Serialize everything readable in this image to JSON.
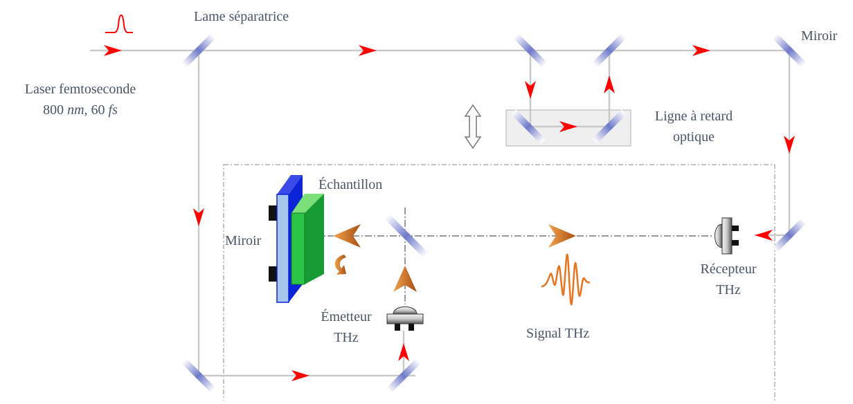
{
  "labels": {
    "beam_splitter": "Lame séparatrice",
    "mirror_top": "Miroir",
    "laser_line1": "Laser femtoseconde",
    "laser_wavelength": "800",
    "laser_wavelength_unit": "nm",
    "laser_duration": "60",
    "laser_duration_unit": "fs",
    "delay_line_1": "Ligne à retard",
    "delay_line_2": "optique",
    "sample": "Échantillon",
    "mirror_sample": "Miroir",
    "receiver_1": "Récepteur",
    "receiver_2": "THz",
    "emitter_1": "Émetteur",
    "emitter_2": "THz",
    "signal": "Signal THz"
  },
  "colors": {
    "laser_beam": "#c9c9c9",
    "laser_arrow": "#ff0000",
    "thz_arrow": "#c8641e",
    "mirror": "#6f79c9",
    "sample_glass": "#1f3fe0",
    "sample_layer": "#1aa53a",
    "text": "#4a5464"
  }
}
